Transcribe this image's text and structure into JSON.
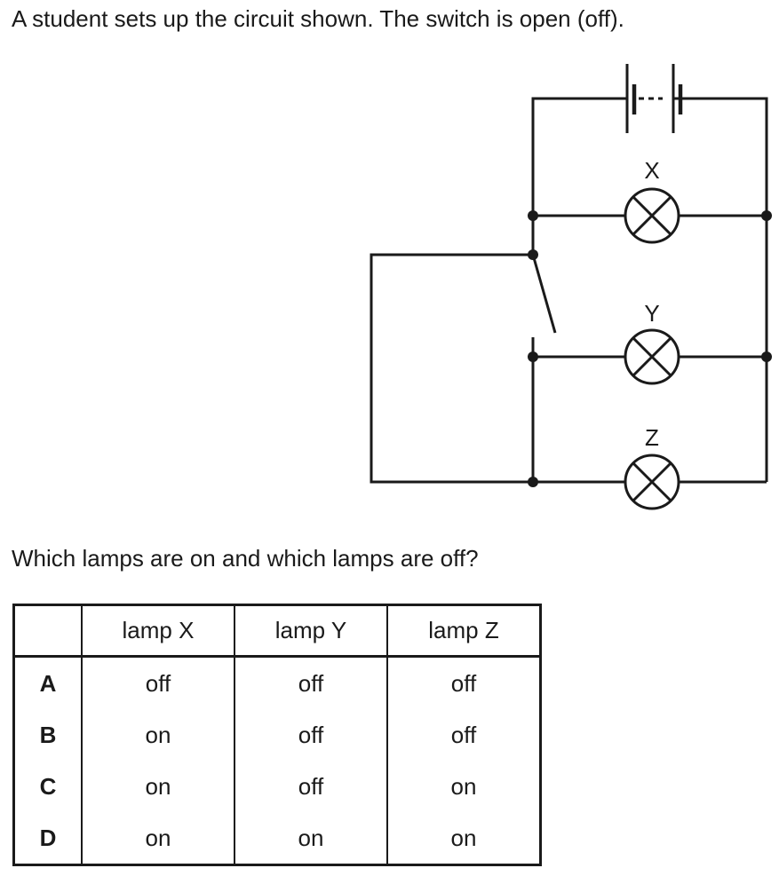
{
  "intro_text": "A student sets up the circuit shown. The switch is open (off).",
  "question_text": "Which lamps are on and which lamps are off?",
  "diagram": {
    "lamp_labels": {
      "x": "X",
      "y": "Y",
      "z": "Z"
    },
    "switch_state": "open",
    "components": [
      "battery",
      "lamp X",
      "lamp Y",
      "lamp Z",
      "switch"
    ]
  },
  "table": {
    "headers": [
      "",
      "lamp X",
      "lamp Y",
      "lamp Z"
    ],
    "rows": [
      {
        "key": "A",
        "x": "off",
        "y": "off",
        "z": "off"
      },
      {
        "key": "B",
        "x": "on",
        "y": "off",
        "z": "off"
      },
      {
        "key": "C",
        "x": "on",
        "y": "off",
        "z": "on"
      },
      {
        "key": "D",
        "x": "on",
        "y": "on",
        "z": "on"
      }
    ]
  }
}
